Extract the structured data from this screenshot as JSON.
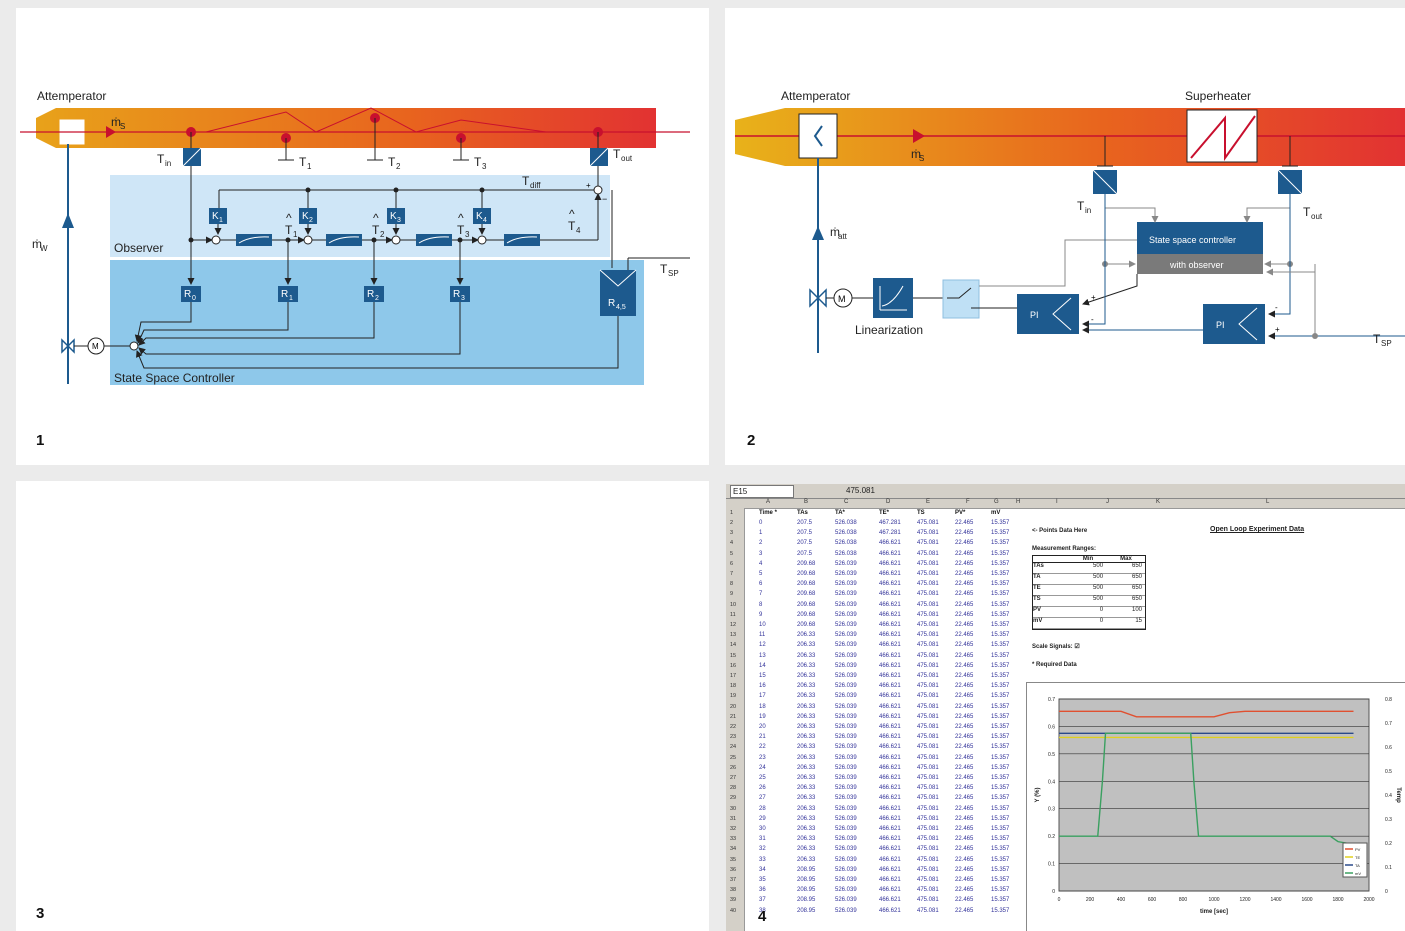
{
  "panels": {
    "p1": {
      "number": "1",
      "attemperator": "Attemperator",
      "ms": "ṁ",
      "ms_sub": "S",
      "mw": "ṁ",
      "mw_sub": "W",
      "tin": "T",
      "tin_sub": "in",
      "tout": "T",
      "tout_sub": "out",
      "t1": "T",
      "t1_sub": "1",
      "t2": "T",
      "t2_sub": "2",
      "t3": "T",
      "t3_sub": "3",
      "tdiff": "T",
      "tdiff_sub": "diff",
      "tsp": "T",
      "tsp_sub": "SP",
      "observer": "Observer",
      "controller": "State Space Controller",
      "k1": "K",
      "k1_sub": "1",
      "k2": "K",
      "k2_sub": "2",
      "k3": "K",
      "k3_sub": "3",
      "k4": "K",
      "k4_sub": "4",
      "r0": "R",
      "r0_sub": "0",
      "r1": "R",
      "r1_sub": "1",
      "r2": "R",
      "r2_sub": "2",
      "r3": "R",
      "r3_sub": "3",
      "r45": "R",
      "r45_sub": "4,5",
      "th1": "T",
      "th1_sub": "1",
      "th2": "T",
      "th2_sub": "2",
      "th3": "T",
      "th3_sub": "3",
      "th4": "T",
      "th4_sub": "4",
      "hat": "^",
      "motor": "M",
      "plus": "+",
      "minus": "−"
    },
    "p2": {
      "number": "2",
      "attemperator": "Attemperator",
      "superheater": "Superheater",
      "ms": "ṁ",
      "ms_sub": "S",
      "matt": "ṁ",
      "matt_sub": "att",
      "tin": "T",
      "tin_sub": "in",
      "tout": "T",
      "tout_sub": "out",
      "tsp": "T",
      "tsp_sub": "SP",
      "ssc": "State space controller",
      "observer": "with observer",
      "pi": "PI",
      "linearization": "Linearization",
      "motor": "M",
      "plus": "+",
      "minus": "-"
    },
    "p3": {
      "number": "3"
    },
    "p4": {
      "number": "4",
      "cell_ref": "E15",
      "formula": "475.081",
      "col_letters": [
        "A",
        "B",
        "C",
        "D",
        "E",
        "F",
        "G",
        "H",
        "I",
        "J",
        "K",
        "L"
      ],
      "headers": [
        "Time *",
        "TAs",
        "TA*",
        "TE*",
        "TS",
        "PV*",
        "mV"
      ],
      "points_note": "<- Points Data Here",
      "title": "Open Loop Experiment Data",
      "ranges_title": "Measurement Ranges:",
      "ranges_cols": [
        "Min",
        "Max"
      ],
      "ranges_rows": [
        [
          "TAs",
          "500",
          "650"
        ],
        [
          "TA",
          "500",
          "650"
        ],
        [
          "TE",
          "500",
          "650"
        ],
        [
          "TS",
          "500",
          "650"
        ],
        [
          "PV",
          "0",
          "100"
        ],
        [
          "mV",
          "0",
          "15"
        ]
      ],
      "scale_signals": "Scale Signals:",
      "scale_check": "☑",
      "required": "* Required Data",
      "rows": [
        [
          "0",
          "207.5",
          "526.038",
          "467.281",
          "475.081",
          "22.465",
          "15.357"
        ],
        [
          "1",
          "207.5",
          "526.038",
          "467.281",
          "475.081",
          "22.465",
          "15.357"
        ],
        [
          "2",
          "207.5",
          "526.038",
          "466.621",
          "475.081",
          "22.465",
          "15.357"
        ],
        [
          "3",
          "207.5",
          "526.038",
          "466.621",
          "475.081",
          "22.465",
          "15.357"
        ],
        [
          "4",
          "209.68",
          "526.039",
          "466.621",
          "475.081",
          "22.465",
          "15.357"
        ],
        [
          "5",
          "209.68",
          "526.039",
          "466.621",
          "475.081",
          "22.465",
          "15.357"
        ],
        [
          "6",
          "209.68",
          "526.039",
          "466.621",
          "475.081",
          "22.465",
          "15.357"
        ],
        [
          "7",
          "209.68",
          "526.039",
          "466.621",
          "475.081",
          "22.465",
          "15.357"
        ],
        [
          "8",
          "209.68",
          "526.039",
          "466.621",
          "475.081",
          "22.465",
          "15.357"
        ],
        [
          "9",
          "209.68",
          "526.039",
          "466.621",
          "475.081",
          "22.465",
          "15.357"
        ],
        [
          "10",
          "209.68",
          "526.039",
          "466.621",
          "475.081",
          "22.465",
          "15.357"
        ],
        [
          "11",
          "206.33",
          "526.039",
          "466.621",
          "475.081",
          "22.465",
          "15.357"
        ],
        [
          "12",
          "206.33",
          "526.039",
          "466.621",
          "475.081",
          "22.465",
          "15.357"
        ],
        [
          "13",
          "206.33",
          "526.039",
          "466.621",
          "475.081",
          "22.465",
          "15.357"
        ],
        [
          "14",
          "206.33",
          "526.039",
          "466.621",
          "475.081",
          "22.465",
          "15.357"
        ],
        [
          "15",
          "206.33",
          "526.039",
          "466.621",
          "475.081",
          "22.465",
          "15.357"
        ],
        [
          "16",
          "206.33",
          "526.039",
          "466.621",
          "475.081",
          "22.465",
          "15.357"
        ],
        [
          "17",
          "206.33",
          "526.039",
          "466.621",
          "475.081",
          "22.465",
          "15.357"
        ],
        [
          "18",
          "206.33",
          "526.039",
          "466.621",
          "475.081",
          "22.465",
          "15.357"
        ],
        [
          "19",
          "206.33",
          "526.039",
          "466.621",
          "475.081",
          "22.465",
          "15.357"
        ],
        [
          "20",
          "206.33",
          "526.039",
          "466.621",
          "475.081",
          "22.465",
          "15.357"
        ],
        [
          "21",
          "206.33",
          "526.039",
          "466.621",
          "475.081",
          "22.465",
          "15.357"
        ],
        [
          "22",
          "206.33",
          "526.039",
          "466.621",
          "475.081",
          "22.465",
          "15.357"
        ],
        [
          "23",
          "206.33",
          "526.039",
          "466.621",
          "475.081",
          "22.465",
          "15.357"
        ],
        [
          "24",
          "206.33",
          "526.039",
          "466.621",
          "475.081",
          "22.465",
          "15.357"
        ],
        [
          "25",
          "206.33",
          "526.039",
          "466.621",
          "475.081",
          "22.465",
          "15.357"
        ],
        [
          "26",
          "206.33",
          "526.039",
          "466.621",
          "475.081",
          "22.465",
          "15.357"
        ],
        [
          "27",
          "206.33",
          "526.039",
          "466.621",
          "475.081",
          "22.465",
          "15.357"
        ],
        [
          "28",
          "206.33",
          "526.039",
          "466.621",
          "475.081",
          "22.465",
          "15.357"
        ],
        [
          "29",
          "206.33",
          "526.039",
          "466.621",
          "475.081",
          "22.465",
          "15.357"
        ],
        [
          "30",
          "206.33",
          "526.039",
          "466.621",
          "475.081",
          "22.465",
          "15.357"
        ],
        [
          "31",
          "206.33",
          "526.039",
          "466.621",
          "475.081",
          "22.465",
          "15.357"
        ],
        [
          "32",
          "206.33",
          "526.039",
          "466.621",
          "475.081",
          "22.465",
          "15.357"
        ],
        [
          "33",
          "206.33",
          "526.039",
          "466.621",
          "475.081",
          "22.465",
          "15.357"
        ],
        [
          "34",
          "208.95",
          "526.039",
          "466.621",
          "475.081",
          "22.465",
          "15.357"
        ],
        [
          "35",
          "208.95",
          "526.039",
          "466.621",
          "475.081",
          "22.465",
          "15.357"
        ],
        [
          "36",
          "208.95",
          "526.039",
          "466.621",
          "475.081",
          "22.465",
          "15.357"
        ],
        [
          "37",
          "208.95",
          "526.039",
          "466.621",
          "475.081",
          "22.465",
          "15.357"
        ],
        [
          "38",
          "208.95",
          "526.039",
          "466.621",
          "475.081",
          "22.465",
          "15.357"
        ]
      ],
      "chart": {
        "yleft_label": "Y (%)",
        "yright_label": "Temp",
        "xlabel": "time [sec]",
        "xticks": [
          "0",
          "200",
          "400",
          "600",
          "800",
          "1000",
          "1200",
          "1400",
          "1600",
          "1800",
          "2000"
        ],
        "yticks_left": [
          "0",
          "0.1",
          "0.2",
          "0.3",
          "0.4",
          "0.5",
          "0.6",
          "0.7"
        ],
        "yticks_right": [
          "0",
          "0.1",
          "0.2",
          "0.3",
          "0.4",
          "0.5",
          "0.6",
          "0.7",
          "0.8"
        ],
        "legend": [
          "PV",
          "TE",
          "TA",
          "mV"
        ],
        "colors": {
          "red": "#e05030",
          "yellow": "#e0d020",
          "blue": "#2a4a8a",
          "green": "#3aa060"
        }
      }
    }
  },
  "chart_data": {
    "type": "line",
    "xlabel": "time [sec]",
    "ylabel": "Y (%)",
    "xlim": [
      0,
      2000
    ],
    "ylim": [
      0,
      0.7
    ],
    "series": [
      {
        "name": "PV",
        "x": [
          0,
          400,
          500,
          1000,
          1100,
          1200,
          1900
        ],
        "y": [
          0.655,
          0.655,
          0.635,
          0.635,
          0.65,
          0.655,
          0.655
        ]
      },
      {
        "name": "TE",
        "x": [
          0,
          1900
        ],
        "y": [
          0.56,
          0.56
        ]
      },
      {
        "name": "TA",
        "x": [
          0,
          1900
        ],
        "y": [
          0.575,
          0.575
        ]
      },
      {
        "name": "mV",
        "x": [
          0,
          250,
          280,
          300,
          850,
          870,
          900,
          1750,
          1800,
          1900
        ],
        "y": [
          0.2,
          0.2,
          0.4,
          0.575,
          0.575,
          0.4,
          0.2,
          0.2,
          0.18,
          0.17
        ]
      }
    ]
  }
}
